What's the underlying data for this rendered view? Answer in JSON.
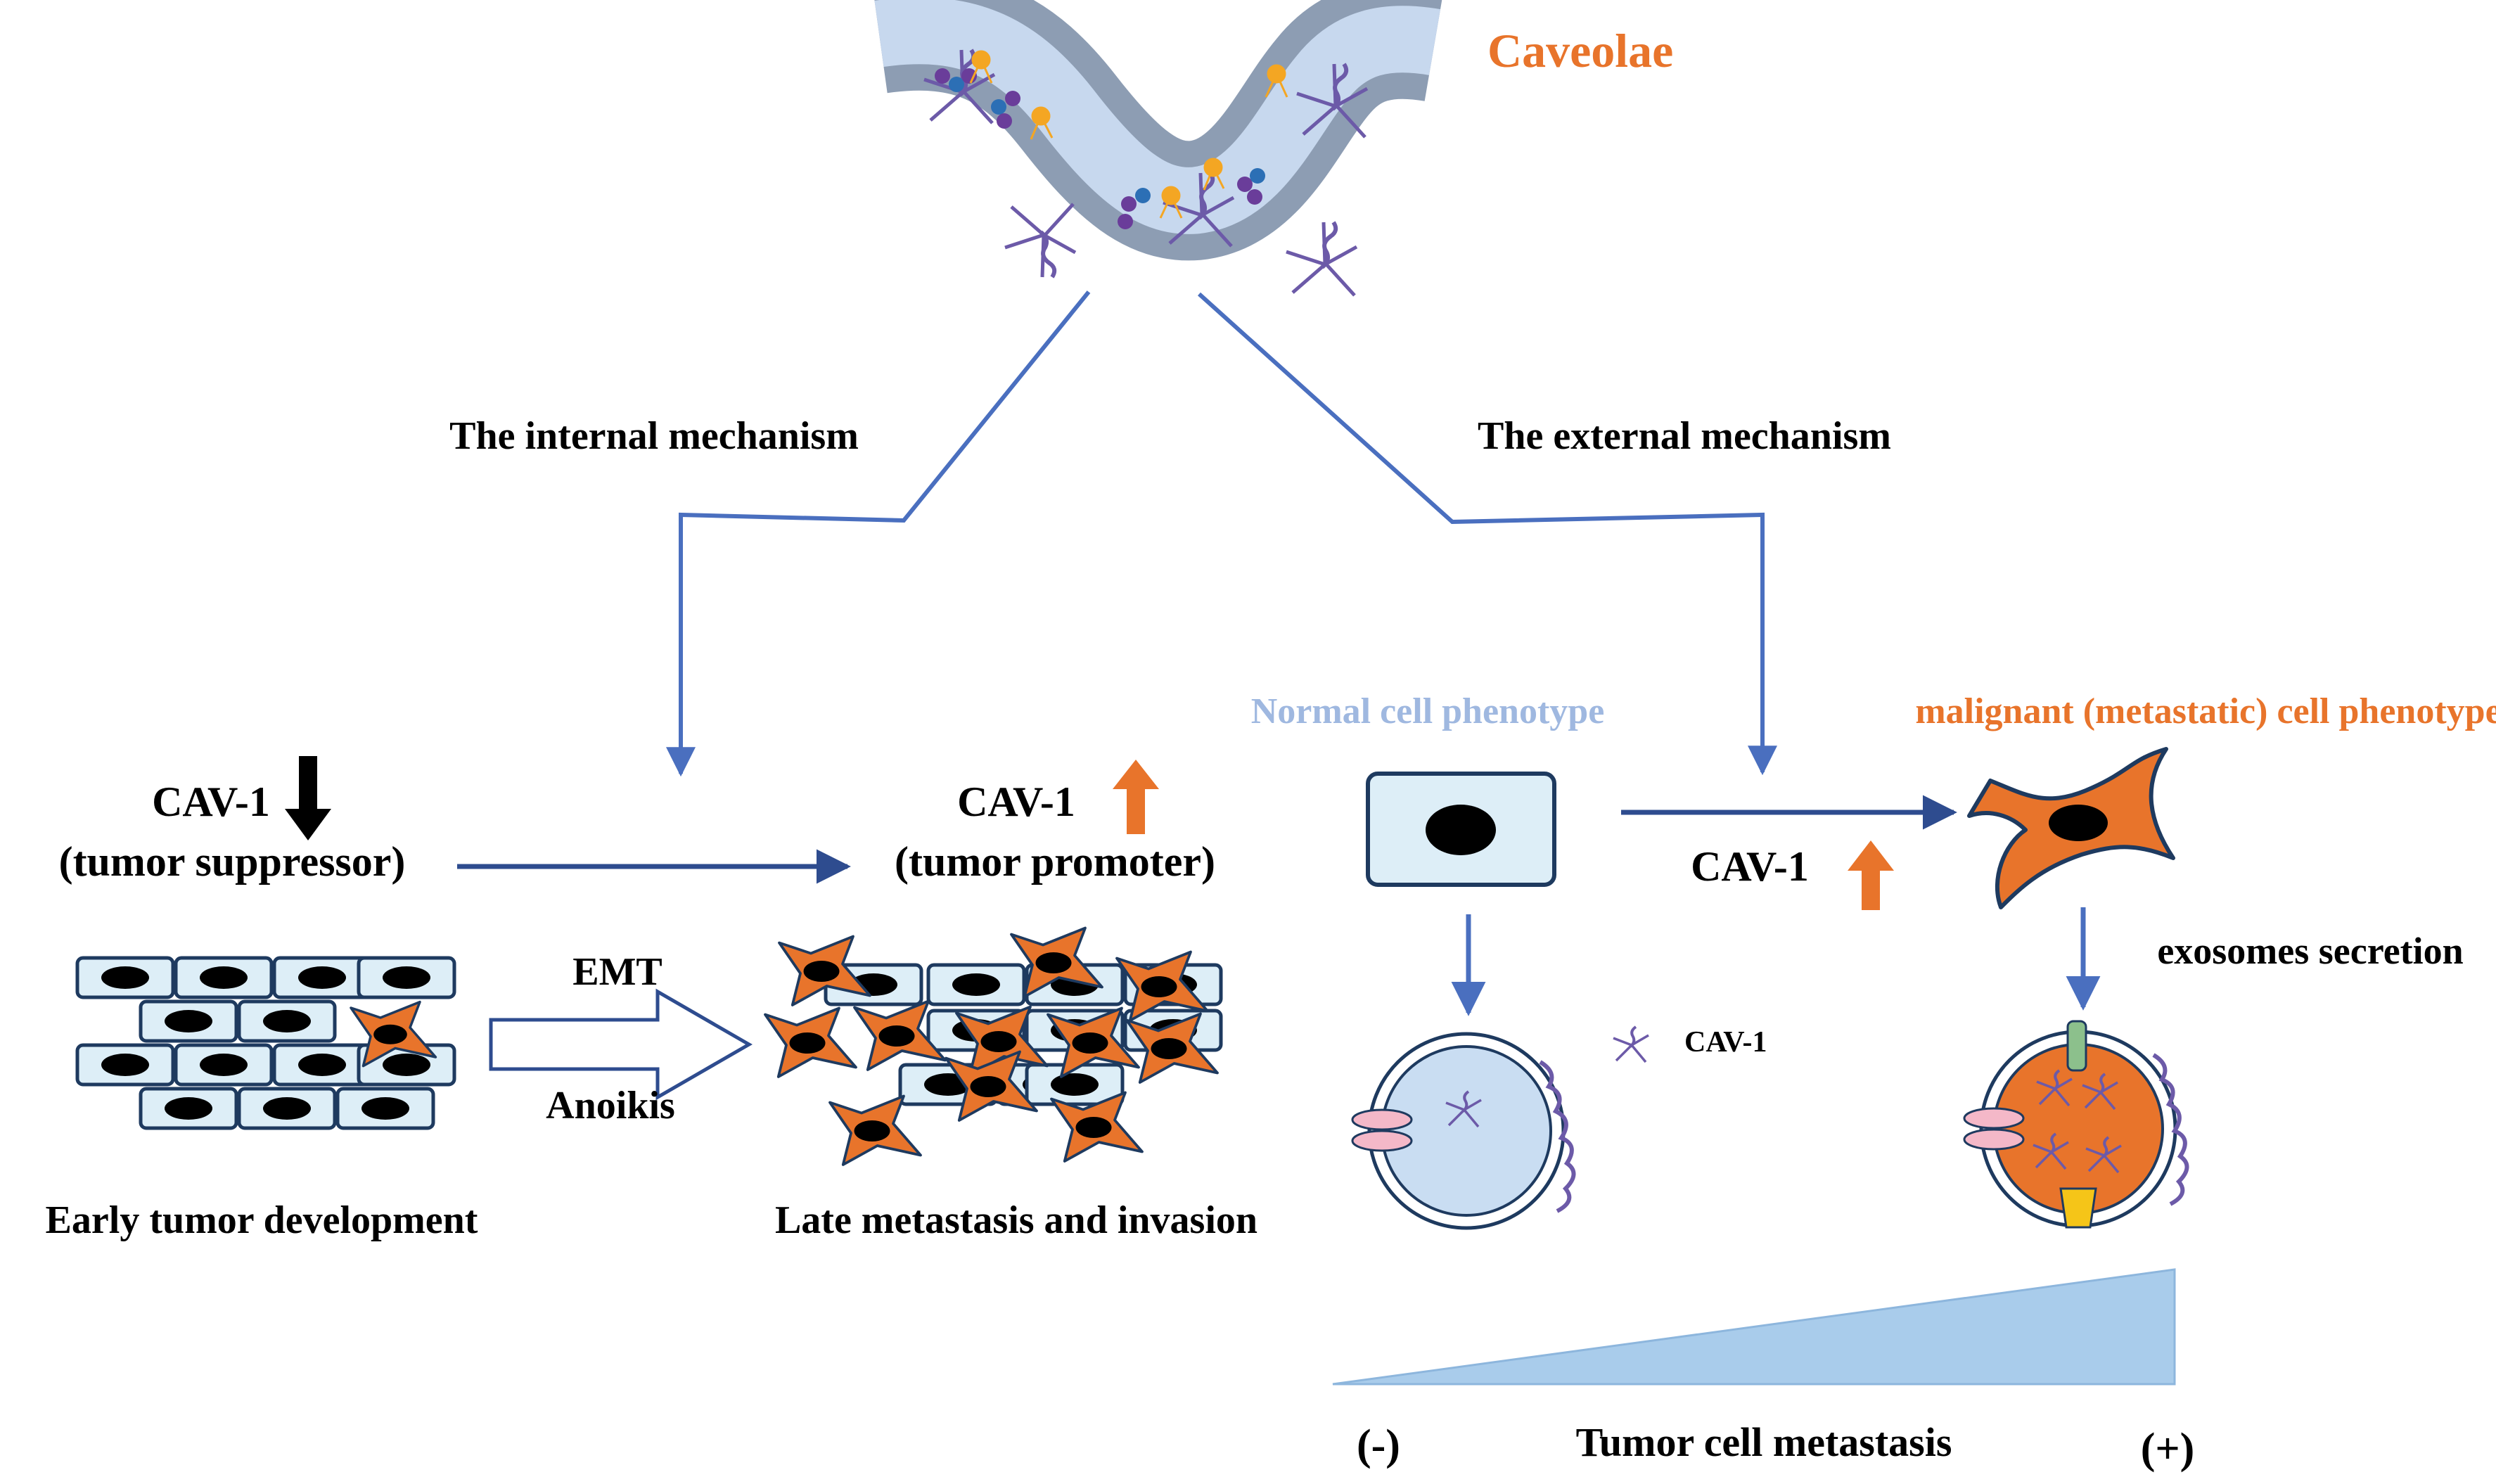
{
  "labels": {
    "caveolae": "Caveolae",
    "internal_mechanism": "The internal mechanism",
    "external_mechanism": "The external mechanism",
    "cav1_suppressor_name": "CAV-1",
    "cav1_suppressor_role": "(tumor suppressor)",
    "cav1_promoter_name": "CAV-1",
    "cav1_promoter_role": "(tumor promoter)",
    "emt": "EMT",
    "anoikis": "Anoikis",
    "early_tumor": "Early tumor development",
    "late_metastasis": "Late metastasis and invasion",
    "normal_phenotype": "Normal cell phenotype",
    "malignant_phenotype": "malignant (metastatic) cell phenotype",
    "cav1_up": "CAV-1",
    "exosomes": "exosomes secretion",
    "cav1_legend": "CAV-1",
    "minus": "(-)",
    "metastasis": "Tumor cell metastasis",
    "plus": "(+)"
  },
  "colors": {
    "orange": "#E8742B",
    "cell_fill": "#DDEEF7",
    "cell_stroke": "#1E3A5F",
    "arrow_blue": "#4A6FBF",
    "wedge_fill": "#A9CCEB",
    "normal_text": "#9FB8E0",
    "membrane_outer": "#8D9DB3",
    "membrane_inner": "#C7D8EE",
    "cav_protein": "#6C5AA8"
  }
}
